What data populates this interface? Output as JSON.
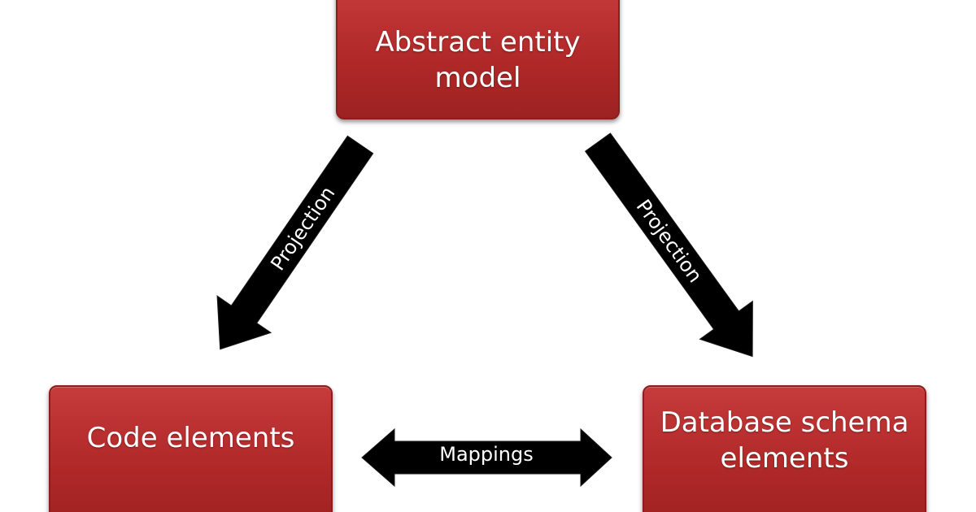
{
  "nodes": {
    "abstract_entity_model": {
      "line1": "Abstract entity",
      "line2": "model"
    },
    "code_elements": {
      "line1": "Code elements"
    },
    "database_schema_elements": {
      "line1": "Database schema",
      "line2": "elements"
    }
  },
  "edges": {
    "left_projection": {
      "label": "Projection",
      "from": "Abstract entity model",
      "to": "Code elements"
    },
    "right_projection": {
      "label": "Projection",
      "from": "Abstract entity model",
      "to": "Database schema elements"
    },
    "mappings": {
      "label": "Mappings",
      "between": [
        "Code elements",
        "Database schema elements"
      ]
    }
  },
  "colors": {
    "node_fill": "#b32a2a",
    "node_border": "#8c1d1d",
    "arrow_fill": "#000000",
    "text": "#ffffff",
    "background": "#ffffff"
  }
}
